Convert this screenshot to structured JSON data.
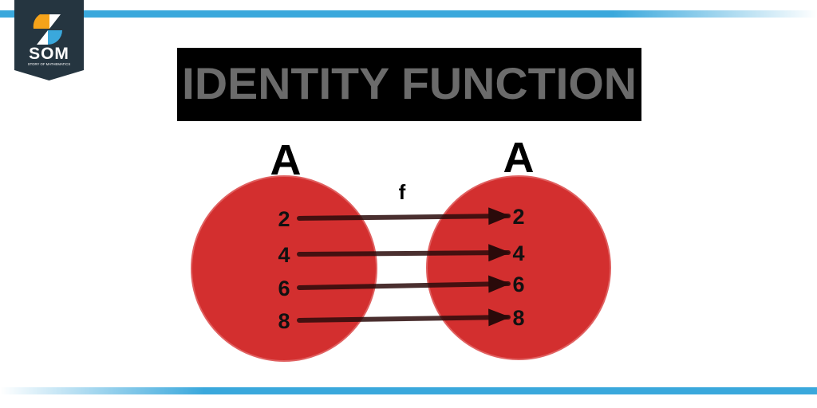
{
  "logo": {
    "text": "SOM",
    "subtitle": "STORY OF MATHEMATICS"
  },
  "title": "IDENTITY FUNCTION",
  "function_label": "f",
  "domain": {
    "label": "A",
    "elements": [
      "2",
      "4",
      "6",
      "8"
    ]
  },
  "codomain": {
    "label": "A",
    "elements": [
      "2",
      "4",
      "6",
      "8"
    ]
  },
  "mappings": [
    [
      "2",
      "2"
    ],
    [
      "4",
      "4"
    ],
    [
      "6",
      "6"
    ],
    [
      "8",
      "8"
    ]
  ],
  "colors": {
    "accent_bar": "#3aa8dc",
    "circle": "#d32f2f",
    "title_bg": "#000000",
    "title_text": "#6b6b6b",
    "logo_bg": "#253540",
    "logo_orange": "#f5a31a",
    "logo_blue": "#3aa8dc"
  }
}
